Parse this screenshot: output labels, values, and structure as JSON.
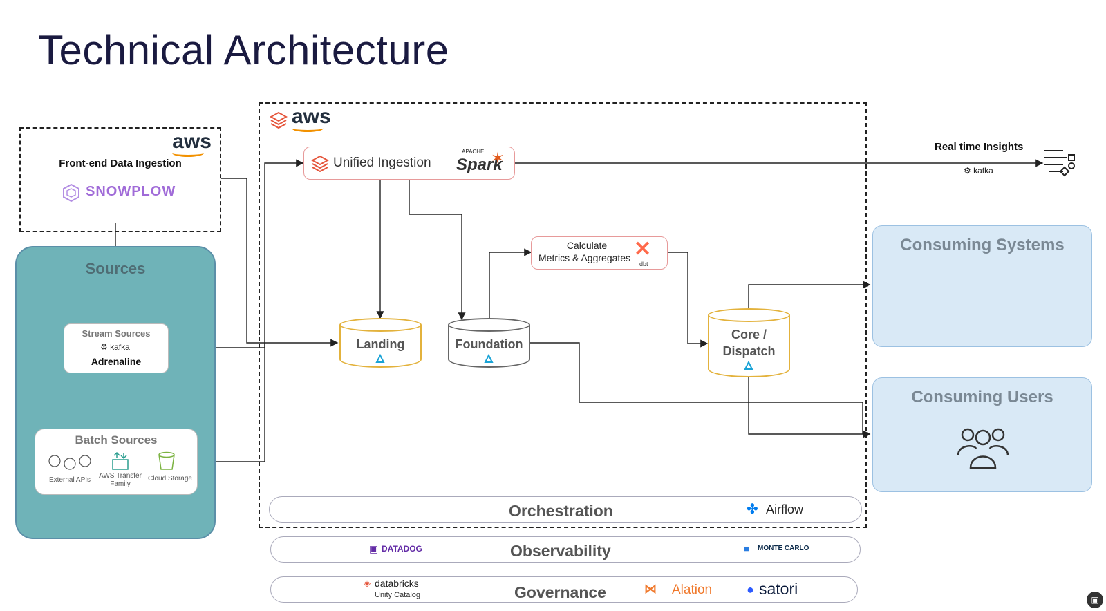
{
  "title": "Technical Architecture",
  "aws_main": "aws",
  "aws_front": "aws",
  "frontend": {
    "label": "Front-end Data Ingestion",
    "brand": "SNOWPLOW"
  },
  "sources": {
    "title": "Sources",
    "stream": {
      "title": "Stream Sources",
      "kafka": "kafka",
      "name": "Adrenaline"
    },
    "batch": {
      "title": "Batch Sources",
      "items": [
        "External APIs",
        "AWS Transfer Family",
        "Cloud Storage"
      ]
    }
  },
  "unified": {
    "label": "Unified Ingestion",
    "spark": "Spark",
    "apache": "APACHE"
  },
  "calc": {
    "line1": "Calculate",
    "line2": "Metrics & Aggregates",
    "dbt": "dbt"
  },
  "stores": {
    "landing": "Landing",
    "foundation": "Foundation",
    "core1": "Core /",
    "core2": "Dispatch"
  },
  "realtime": {
    "label": "Real time Insights",
    "kafka": "kafka"
  },
  "consuming_systems": "Consuming Systems",
  "consuming_users": "Consuming Users",
  "orchestration": {
    "label": "Orchestration",
    "tool": "Airflow"
  },
  "observability": {
    "label": "Observability",
    "tool1": "DATADOG",
    "tool2": "MONTE CARLO"
  },
  "governance": {
    "label": "Governance",
    "tool1": "databricks",
    "tool1_sub": "Unity Catalog",
    "tool2": "Alation",
    "tool3": "satori"
  },
  "colors": {
    "sources_bg": "#6fb3b8",
    "consume_bg": "#d9e9f6",
    "landing_border": "#e3b23c",
    "pipe_border": "#e79a9a",
    "snowplow": "#a06bd8",
    "spark": "#e25a1c",
    "dbt": "#ff694a"
  }
}
